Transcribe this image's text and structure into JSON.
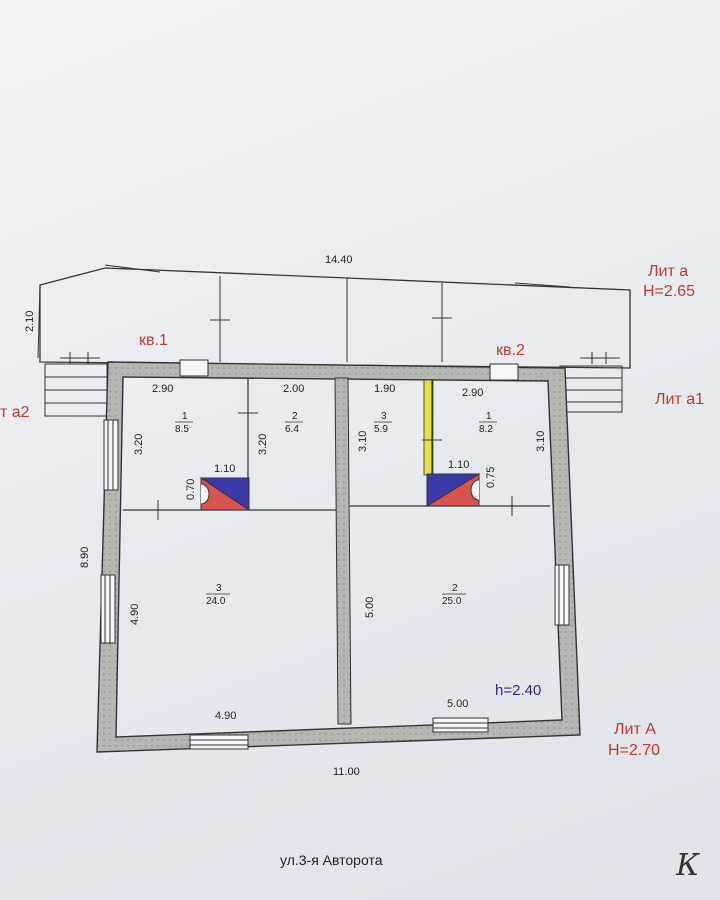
{
  "document": {
    "street": "ул.3-я Авторота",
    "signature": "К",
    "ceiling_height": "h=2.40"
  },
  "labels": {
    "lit_a": "Лит а",
    "lit_a_height": "H=2.65",
    "lit_a1": "Лит а1",
    "lit_a2": "т а2",
    "lit_A": "Лит А",
    "lit_A_height": "H=2.70",
    "kv1": "кв.1",
    "kv2": "кв.2"
  },
  "dimensions": {
    "total_width_top": "14.40",
    "veranda_depth": "2.10",
    "total_width_bottom": "11.00",
    "total_depth_left": "8.90",
    "r1_w": "2.90",
    "r2_w": "2.00",
    "r3_w": "1.90",
    "r4_w": "2.90",
    "r1_h": "3.20",
    "r2_h": "3.20",
    "r3_h": "3.10",
    "r4_h": "3.10",
    "stove1_w": "1.10",
    "stove1_h": "0.70",
    "stove2_w": "1.10",
    "stove2_h": "0.75",
    "big_left_h": "4.90",
    "big_left_w": "4.90",
    "big_right_h": "5.00",
    "big_right_w": "5.00"
  },
  "rooms": [
    {
      "number": "1",
      "area": "8.5"
    },
    {
      "number": "2",
      "area": "6.4"
    },
    {
      "number": "3",
      "area": "5.9"
    },
    {
      "number": "1",
      "area": "8.2"
    },
    {
      "number": "3",
      "area": "24.0"
    },
    {
      "number": "2",
      "area": "25.0"
    }
  ],
  "colors": {
    "wall": "#a8b0a8",
    "line": "#333333",
    "stove_red": "#d9534f",
    "stove_blue": "#3c3aa8",
    "partition_yellow": "#e8e04a",
    "annotation_red": "#c0392b",
    "annotation_blue": "#2c2a8f"
  }
}
